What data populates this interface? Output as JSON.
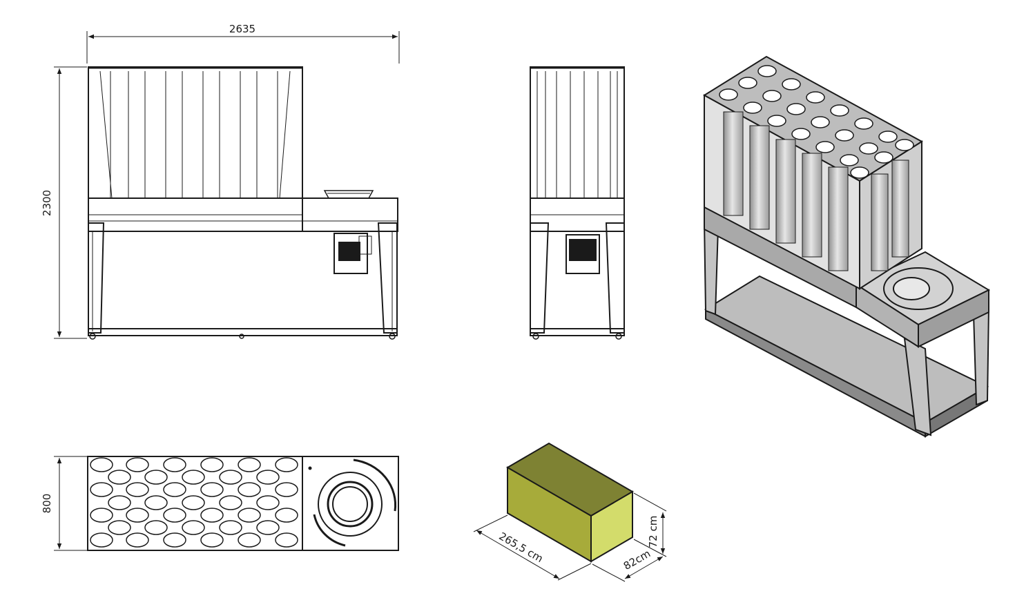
{
  "front_view": {
    "width_label": "2635",
    "height_label": "2300"
  },
  "top_view": {
    "depth_label": "800"
  },
  "package": {
    "length_label": "265,5 cm",
    "depth_label": "82cm",
    "height_label": "72 cm",
    "box_color": "#a7ab3a"
  },
  "colors": {
    "line": "#1a1a1a",
    "iso_steel": "#c9c9c9",
    "iso_dark": "#9a9a9a"
  }
}
